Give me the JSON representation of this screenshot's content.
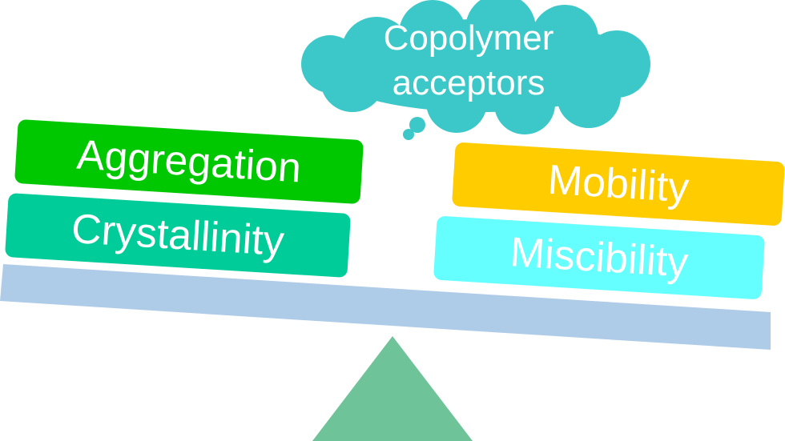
{
  "thought_bubble": {
    "line1": "Copolymer",
    "line2": "acceptors"
  },
  "left_stack": [
    {
      "label": "Aggregation",
      "color": "#00c800"
    },
    {
      "label": "Crystallinity",
      "color": "#00cc99"
    }
  ],
  "right_stack": [
    {
      "label": "Mobility",
      "color": "#ffcc00"
    },
    {
      "label": "Miscibility",
      "color": "#66ffff"
    }
  ],
  "beam": {
    "color": "#aecbe8"
  },
  "fulcrum": {
    "color": "#6fc399"
  },
  "cloud": {
    "color": "#3cc8c8"
  }
}
